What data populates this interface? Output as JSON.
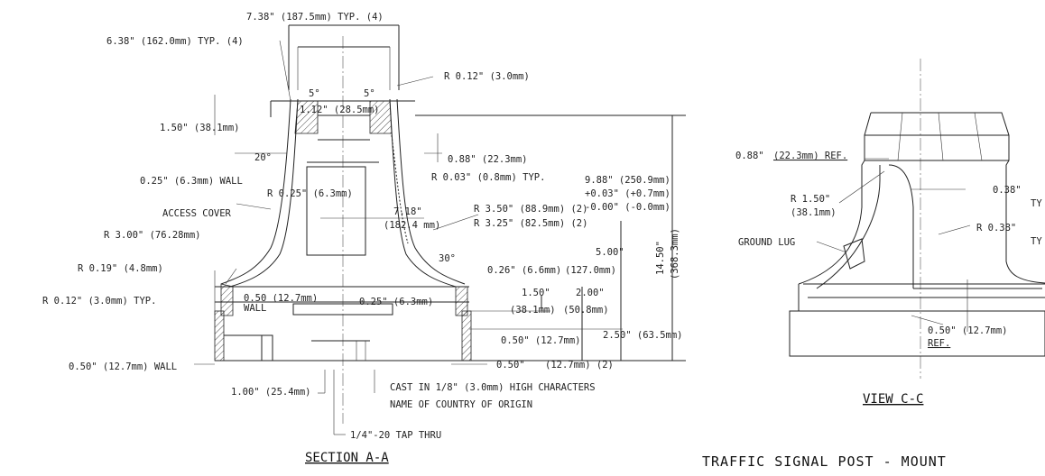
{
  "section_aa": {
    "labels": [
      "7.38\" (187.5mm) TYP. (4)",
      "6.38\" (162.0mm) TYP. (4)",
      "R 0.12\" (3.0mm)",
      "5°",
      "5°",
      "1.12\" (28.5mm)",
      "1.50\" (38.1mm)",
      "20°",
      "0.88\" (22.3mm)",
      "R 0.03\" (0.8mm) TYP.",
      "0.25\" (6.3mm) WALL",
      "R 0.25\" (6.3mm)",
      "9.88\" (250.9mm)",
      "+0.03\" (+0.7mm)",
      "-0.00\" (-0.0mm)",
      "ACCESS COVER",
      "7.18\"",
      "(182.4 mm)",
      "R 3.50\" (88.9mm) (2)",
      "R 3.25\" (82.5mm) (2)",
      "R 3.00\" (76.28mm)",
      "5.00\"",
      "30°",
      "0.26\" (6.6mm)",
      "(127.0mm)",
      "14.50\"",
      "(368.3mm)",
      "R 0.19\" (4.8mm)",
      "1.50\"",
      "2.00\"",
      "R 0.12\" (3.0mm) TYP.",
      "0.50 (12.7mm)",
      "WALL",
      "0.25\" (6.3mm)",
      "(38.1mm)",
      "(50.8mm)",
      "0.50\" (12.7mm)",
      "2.50\" (63.5mm)",
      "0.50\" (12.7mm) WALL",
      "0.50\"",
      "(12.7mm) (2)",
      "1.00\" (25.4mm)",
      "CAST IN 1/8\" (3.0mm) HIGH CHARACTERS",
      "NAME OF COUNTRY OF ORIGIN",
      "1/4\"-20 TAP THRU"
    ],
    "title": "SECTION A-A"
  },
  "view_cc": {
    "labels": [
      "0.88\"",
      "(22.3mm) REF.",
      "R 1.50\"",
      "(38.1mm)",
      "0.38\"",
      "TY",
      "R 0.38\"",
      "TY",
      "GROUND LUG",
      "0.50\" (12.7mm)",
      "REF."
    ],
    "title": "VIEW C-C"
  },
  "sheet_title": "TRAFFIC SIGNAL POST - MOUNT"
}
